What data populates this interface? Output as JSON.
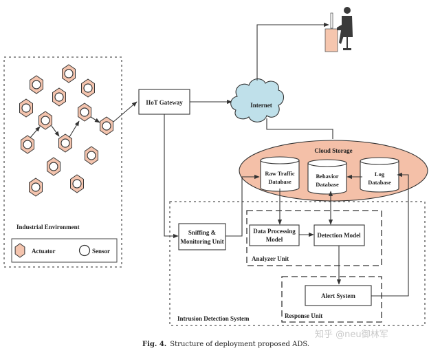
{
  "colors": {
    "actuator_fill": "#f4c4ae",
    "cloud_storage_fill": "#f4c0a8",
    "internet_fill": "#bfe0ea",
    "line": "#333333",
    "person": "#3a3a3a",
    "desk": "#f6c6ae"
  },
  "industrial_environment": {
    "title": "Industrial Environment",
    "legend": {
      "actuator_label": "Actuator",
      "sensor_label": "Sensor"
    },
    "node_count": 14
  },
  "gateway": {
    "label": "IIoT Gateway"
  },
  "internet": {
    "label": "Internet"
  },
  "operator": {
    "icon": "person-at-computer-icon"
  },
  "cloud_storage": {
    "label": "Cloud Storage",
    "databases": [
      {
        "id": "raw",
        "line1": "Raw Traffic",
        "line2": "Database"
      },
      {
        "id": "behavior",
        "line1": "Behavior",
        "line2": "Database"
      },
      {
        "id": "log",
        "line1": "Log",
        "line2": "Database"
      }
    ]
  },
  "ids": {
    "title": "Intrusion Detection System",
    "sniffing": {
      "line1": "Sniffing &",
      "line2": "Monitoring Unit"
    },
    "analyzer": {
      "title": "Analyzer Unit",
      "data_processing": {
        "line1": "Data Processing",
        "line2": "Model"
      },
      "detection": {
        "label": "Detection Model"
      }
    },
    "response": {
      "title": "Response Unit",
      "alert": {
        "label": "Alert System"
      }
    }
  },
  "caption": {
    "prefix": "Fig. 4.",
    "text": "Structure of deployment proposed ADS."
  },
  "watermark": "知乎 @neu御林军"
}
